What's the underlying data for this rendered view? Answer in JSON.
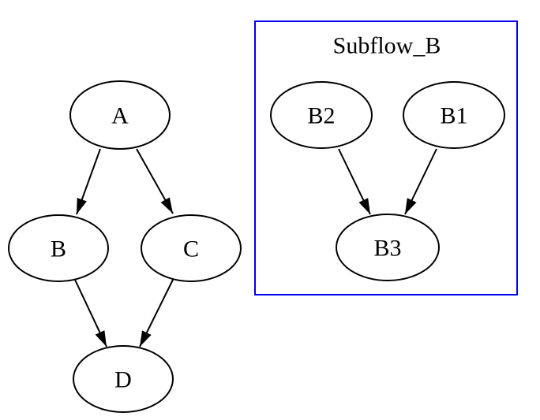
{
  "graph": {
    "type": "directed-graph",
    "background_color": "#ffffff",
    "node_stroke_color": "#000000",
    "text_color": "#000000",
    "cluster": {
      "label": "Subflow_B",
      "border_color": "#0000ee",
      "nodes": [
        "B2",
        "B1",
        "B3"
      ]
    },
    "nodes": {
      "A": {
        "label": "A"
      },
      "B": {
        "label": "B"
      },
      "C": {
        "label": "C"
      },
      "D": {
        "label": "D"
      },
      "B2": {
        "label": "B2"
      },
      "B1": {
        "label": "B1"
      },
      "B3": {
        "label": "B3"
      }
    },
    "edges": [
      {
        "from": "A",
        "to": "B"
      },
      {
        "from": "A",
        "to": "C"
      },
      {
        "from": "B",
        "to": "D"
      },
      {
        "from": "C",
        "to": "D"
      },
      {
        "from": "B2",
        "to": "B3"
      },
      {
        "from": "B1",
        "to": "B3"
      }
    ]
  }
}
